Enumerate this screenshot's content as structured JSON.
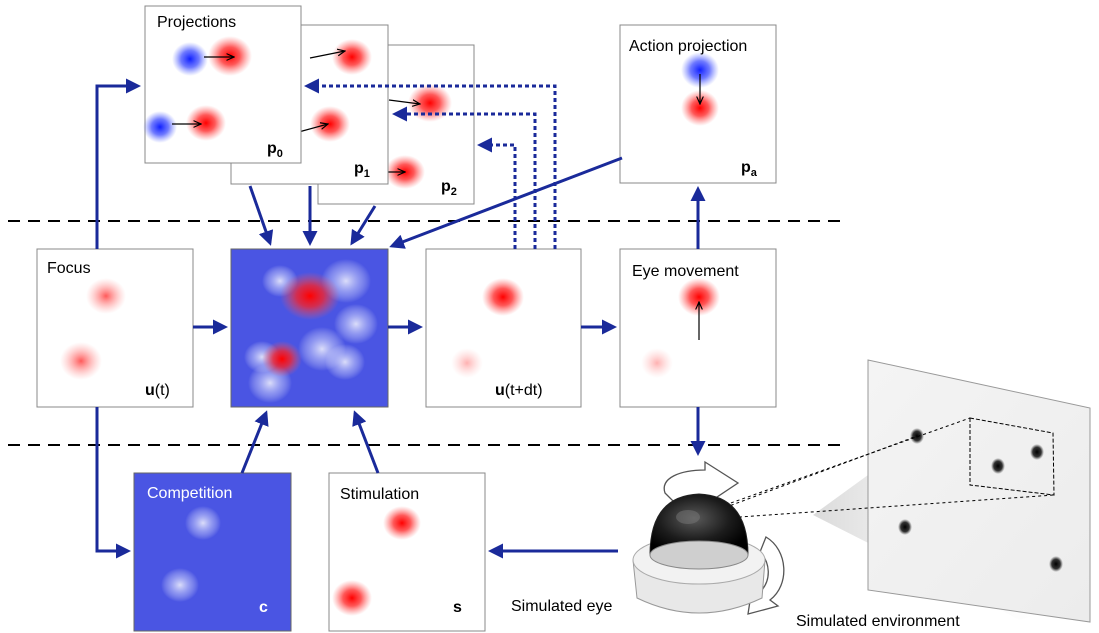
{
  "labels": {
    "projections": "Projections",
    "p0_var": "p",
    "p0_sub": "0",
    "p1_var": "p",
    "p1_sub": "1",
    "p2_var": "p",
    "p2_sub": "2",
    "action_projection": "Action projection",
    "pa_var": "p",
    "pa_sub": "a",
    "focus": "Focus",
    "u_t_var": "u",
    "u_t_arg": "(t)",
    "u_tdt_var": "u",
    "u_tdt_arg": "(t+dt)",
    "eye_movement": "Eye movement",
    "competition": "Competition",
    "c_var": "c",
    "stimulation": "Stimulation",
    "s_var": "s",
    "simulated_eye": "Simulated eye",
    "simulated_environment": "Simulated environment"
  },
  "colors": {
    "arrow": "#1a2a9a",
    "blue_panel": "#4a57e0",
    "red_blob": "#ff0000",
    "blue_blob": "#2030ff",
    "dashed_line": "#000000"
  }
}
